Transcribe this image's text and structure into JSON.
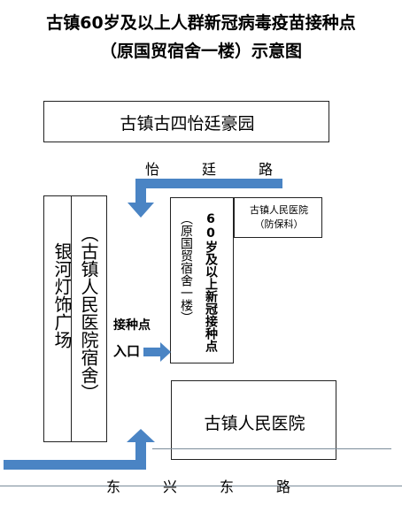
{
  "title": {
    "line1": "古镇60岁及以上人群新冠病毒疫苗接种点",
    "line2": "（原国贸宿舍一楼）示意图"
  },
  "top_building": "古镇古四怡廷豪园",
  "road_top": "怡　　　廷　　　路",
  "road_bottom": "东　　　兴　　　东　　　路",
  "left_block_a": "银河灯饰广场",
  "left_block_b": "（古镇人民医院宿舍）",
  "site_name": "（原国贸宿舍一楼）",
  "site_label": "60岁及以上新冠接种点",
  "hospital_branch": {
    "line1": "古镇人民医院",
    "line2": "（防保科）"
  },
  "entry_label": "接种点",
  "entry_word": "入口",
  "hospital": "古镇人民医院",
  "colors": {
    "arrow": "#4a84c4",
    "border": "#222222",
    "road_line": "#7a8c9a"
  }
}
